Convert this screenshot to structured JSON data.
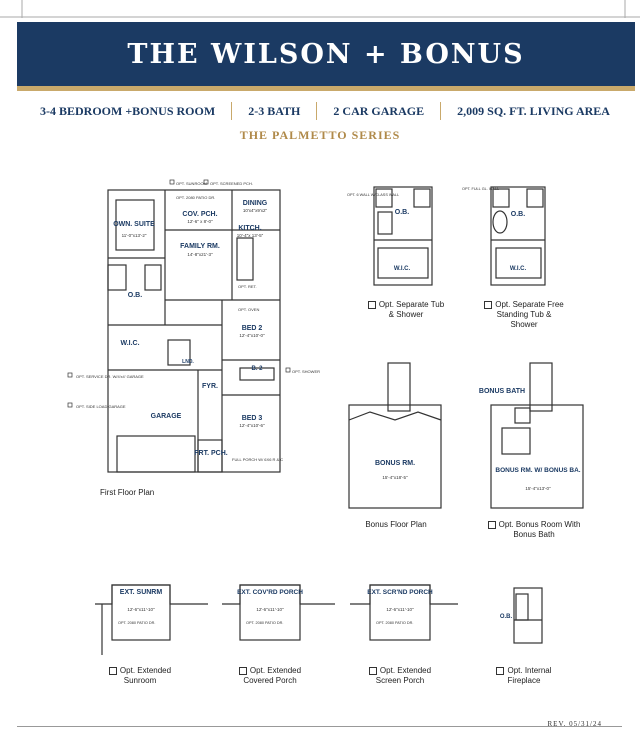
{
  "header": {
    "title": "THE WILSON + BONUS",
    "specs": [
      "3-4 BEDROOM +BONUS ROOM",
      "2-3 BATH",
      "2 CAR GARAGE",
      "2,009 SQ. FT. LIVING AREA"
    ],
    "series": "THE PALMETTO SERIES"
  },
  "first_floor": {
    "caption": "First Floor Plan",
    "rooms": {
      "owner_suite": "OWN. SUITE",
      "owner_suite_dim": "11'-0\"x13'-2\"",
      "cov_pch": "COV. PCH.",
      "cov_pch_dim": "12'-6\" x 8'-0\"",
      "dining": "DINING",
      "dining_dim": "10'x4\"x9'x2\"",
      "kitchen": "KITCH.",
      "kitchen_dim": "10'-4\"x 13'-5\"",
      "family": "FAMILY RM.",
      "family_dim": "14'-8\"x21'-3\"",
      "owner_bath": "O.B.",
      "wic": "W.I.C.",
      "lnd": "LND.",
      "bed2": "BED 2",
      "bed2_dim": "12'-4\"x10'-0\"",
      "b2": "B. 2",
      "foyer": "FYR.",
      "garage": "GARAGE",
      "bed3": "BED 3",
      "bed3_dim": "12'-4\"x10'-6\"",
      "front_porch": "FRT. PCH."
    },
    "options": {
      "sunroom": "OPT. SUNROOM",
      "screened_pch": "OPT. SCREENED PCH.",
      "patio_door": "OPT. 2080 PATIO DR.",
      "opt_ret": "OPT. RET.",
      "opt_oven": "OPT. OVEN",
      "opt_shower": "OPT. SHOWER",
      "service_dr": "OPT. SERVICE DR. W/4'x4' GARAGE",
      "load_garage": "OPT. SIDE LOAD GARAGE",
      "full_porch": "FULL PORCH W/ 6X6 R & C"
    }
  },
  "bath_options": [
    {
      "caption": "Opt. Separate Tub & Shower",
      "label": "O.B.",
      "wic": "W.I.C.",
      "note": "OPT. 6 WALL W/CLASS WALL"
    },
    {
      "caption": "Opt. Separate Free Standing Tub & Shower",
      "label": "O.B.",
      "wic": "W.I.C.",
      "note": "OPT. FULL GL. WALL"
    }
  ],
  "bonus_floor": {
    "caption": "Bonus Floor Plan",
    "room": "BONUS RM.",
    "dim": "15'-4\"x18'-5\""
  },
  "bonus_bath_option": {
    "caption": "Opt. Bonus Room With Bonus Bath",
    "bath": "BONUS BATH",
    "room": "BONUS RM. W/ BONUS BA.",
    "dim": "15'-4\"x13'-0\""
  },
  "extensions": [
    {
      "caption": "Opt. Extended Sunroom",
      "label": "EXT. SUNRM",
      "dim": "12'-6\"x11'-10\"",
      "note": "OPT. 2080 PATIO DR."
    },
    {
      "caption": "Opt. Extended Covered Porch",
      "label": "EXT. COV'RD PORCH",
      "dim": "12'-6\"x11'-10\"",
      "note": "OPT. 2080 PATIO DR."
    },
    {
      "caption": "Opt. Extended Screen Porch",
      "label": "EXT. SCR'ND PORCH",
      "dim": "12'-6\"x11'-10\"",
      "note": "OPT. 2080 PATIO DR."
    },
    {
      "caption": "Opt. Internal Fireplace",
      "label": "O.B."
    }
  ],
  "footer": {
    "revision": "REV. 05/31/24"
  },
  "colors": {
    "navy": "#1b3a63",
    "gold": "#c9a96b",
    "line": "#333333"
  }
}
